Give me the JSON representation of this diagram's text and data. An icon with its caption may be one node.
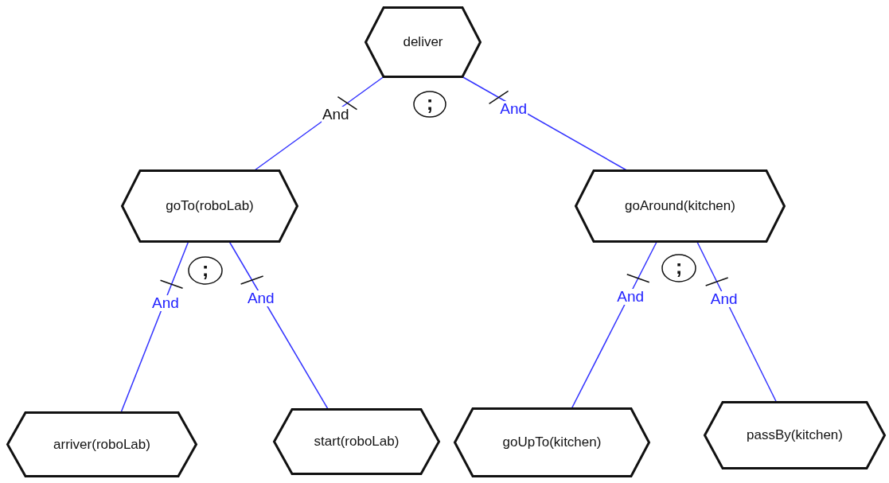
{
  "diagram": {
    "nodes": [
      {
        "text": [
          "deliver"
        ]
      },
      {
        "text": [
          ";"
        ]
      },
      {
        "text": [
          "goTo(roboLab)"
        ]
      },
      {
        "text": [
          "goAround(kitchen)"
        ]
      },
      {
        "text": [
          ";"
        ]
      },
      {
        "text": [
          ";"
        ]
      },
      {
        "text": [
          "arriver(roboLab)"
        ]
      },
      {
        "text": [
          "start(roboLab)"
        ]
      },
      {
        "text": [
          "goUpTo(kitchen)"
        ]
      },
      {
        "text": [
          "passBy(kitchen)"
        ]
      }
    ],
    "edges": [
      {
        "from": 0,
        "to": 2,
        "arrow": "none",
        "label": "And"
      },
      {
        "from": 0,
        "to": 3,
        "arrow": "none",
        "label": "And"
      },
      {
        "from": 2,
        "to": 6,
        "arrow": "none",
        "label": "And"
      },
      {
        "from": 2,
        "to": 7,
        "arrow": "none",
        "label": "And"
      },
      {
        "from": 3,
        "to": 8,
        "arrow": "none",
        "label": "And"
      },
      {
        "from": 3,
        "to": 9,
        "arrow": "none",
        "label": "And"
      }
    ]
  }
}
